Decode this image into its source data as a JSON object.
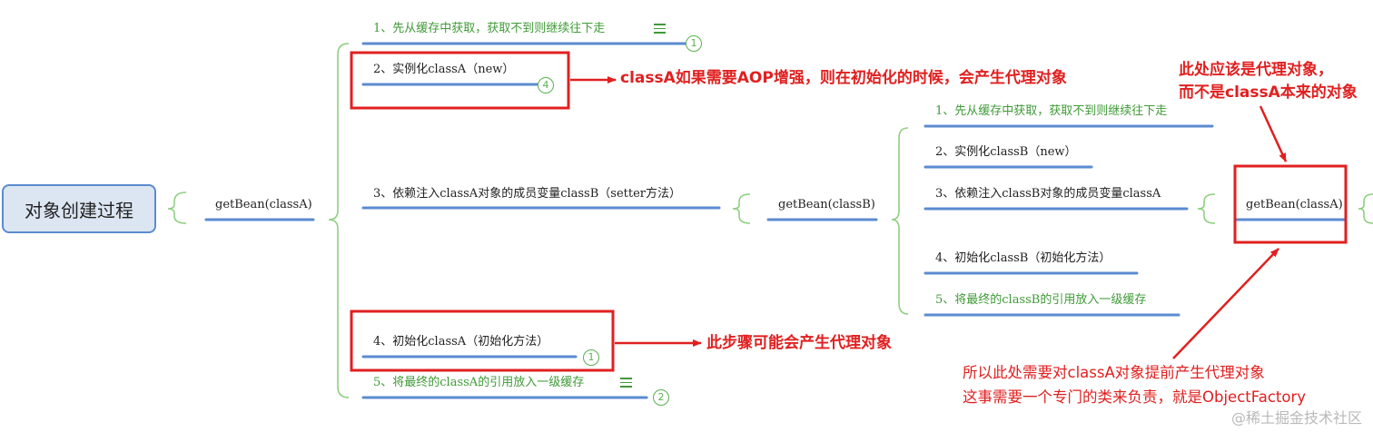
{
  "root": {
    "label": "对象创建过程"
  },
  "level1": {
    "getbean_a": "getBean(classA)"
  },
  "classA_steps": {
    "step1": "1、先从缓存中获取，获取不到则继续往下走",
    "step2": "2、实例化classA（new）",
    "step3": "3、依赖注入classA对象的成员变量classB（setter方法）",
    "step4": "4、初始化classA（初始化方法）",
    "step5": "5、将最终的classA的引用放入一级缓存"
  },
  "level2": {
    "getbean_b": "getBean(classB)"
  },
  "classB_steps": {
    "step1": "1、先从缓存中获取，获取不到则继续往下走",
    "step2": "2、实例化classB（new）",
    "step3": "3、依赖注入classB对象的成员变量classA",
    "step4": "4、初始化classB（初始化方法）",
    "step5": "5、将最终的classB的引用放入一级缓存"
  },
  "level3": {
    "getbean_a": "getBean(classA)"
  },
  "badges": {
    "step1": "1",
    "step2": "4",
    "step4": "1",
    "step5": "2"
  },
  "annotations": {
    "aop": "classA如果需要AOP增强，则在初始化的时候，会产生代理对象",
    "proxy_here_line1": "此处应该是代理对象，",
    "proxy_here_line2": "而不是classA本来的对象",
    "maybe_proxy": "此步骤可能会产生代理对象",
    "factory_line1": "所以此处需要对classA对象提前产生代理对象",
    "factory_line2": "这事需要一个专门的类来负责，就是ObjectFactory"
  },
  "watermark": "@稀土掘金技术社区",
  "colors": {
    "node_line": "#5b8bd0",
    "bracket": "#8fcf82",
    "highlight_red": "#e02020",
    "green_text": "#3f9a37",
    "root_fill": "#dce6f2"
  }
}
